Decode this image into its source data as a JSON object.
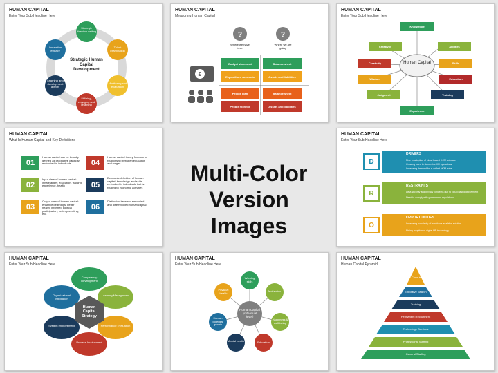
{
  "center": {
    "line1": "Multi-Color",
    "line2": "Version Images"
  },
  "slides": [
    {
      "title": "HUMAN CAPITAL",
      "subtitle": "Enter Your Sub Headline Here",
      "center": "Strategic Human Capital Development",
      "items": [
        "Strategic direction setting",
        "Talent examination",
        "Monitoring and evaluation",
        "Utilizing, engaging and retaining",
        "Learning and development activity",
        "Innovation efficacy"
      ],
      "colors": [
        "#2e9e5b",
        "#e8a31b",
        "#f0c02e",
        "#c0392b",
        "#1b3b5c",
        "#1f6f9e"
      ]
    },
    {
      "title": "HUMAN CAPITAL",
      "subtitle": "Measuring Human Capital",
      "col1": "Where we have been",
      "col2": "Where we are going",
      "rows": [
        [
          "Budget statement",
          "Balance sheet"
        ],
        [
          "Expenditure accounts",
          "Assets and liabilities"
        ],
        [
          "People plan",
          "Balance sheet"
        ],
        [
          "People monitor",
          "Assets and liabilities"
        ]
      ],
      "colors": [
        "#2e9e5b",
        "#f0a21b",
        "#e8611b",
        "#c0392b"
      ]
    },
    {
      "title": "HUMAN CAPITAL",
      "subtitle": "Enter Your Sub Headline Here",
      "center": "Human Capital",
      "items": [
        "Knowledge",
        "Creativity",
        "Abilities",
        "Creativity",
        "Skills",
        "Wisdom",
        "Education",
        "Judgment",
        "Training",
        "Experience"
      ],
      "colors": [
        "#2e9e5b",
        "#8ab33c",
        "#8ab33c",
        "#c0392b",
        "#e8a31b",
        "#e8a31b",
        "#b22a2a",
        "#8ab33c",
        "#1b3b5c",
        "#2e9e5b"
      ]
    },
    {
      "title": "HUMAN CAPITAL",
      "subtitle": "What Is Human Capital and Key Definitions",
      "items": [
        {
          "n": "01",
          "t": "Human capital can be broadly defined as productive capacity embodied in individuals"
        },
        {
          "n": "02",
          "t": "Input view of human capital: innate ability, education, training, experience, health"
        },
        {
          "n": "03",
          "t": "Output view of human capital: enhanced earnings, better health, informed political participation, better parenting, etc."
        },
        {
          "n": "04",
          "t": "Human capital theory focuses on relationship between education and wages"
        },
        {
          "n": "05",
          "t": "Economic definition of human capital: knowledge and skills embodied in individuals that is related to economic activities"
        },
        {
          "n": "06",
          "t": "Distinction between embodied and disembodied human capital"
        }
      ],
      "colors": [
        "#2e9e5b",
        "#8ab33c",
        "#e8a31b",
        "#c0392b",
        "#1b3b5c",
        "#1f6f9e"
      ]
    },
    {
      "title": "HUMAN CAPITAL",
      "subtitle": "Enter Your Sub Headline Here",
      "items": [
        {
          "letter": "D",
          "head": "DRIVERS",
          "lines": [
            "Rise in adoption of cloud based HCM software",
            "Growing need to streamline HR operations",
            "Increasing demand for a unified HCM suite"
          ]
        },
        {
          "letter": "R",
          "head": "RESTRAINTS",
          "lines": [
            "Data security and privacy concerns due to cloud based deployment",
            "Need to comply with government regulations"
          ]
        },
        {
          "letter": "O",
          "head": "OPPORTUNITIES",
          "lines": [
            "Increasing popularity of workforce analytics solution",
            "Rising adoption of digital HR technology"
          ]
        }
      ],
      "colors": [
        "#1f8fb0",
        "#8ab33c",
        "#e8a31b"
      ]
    },
    {
      "title": "HUMAN CAPITAL",
      "subtitle": "Enter Your Sub Headline Here",
      "center": "Human Capital Strategy",
      "items": [
        "Competency Development",
        "Learning Management",
        "Performance Evaluation",
        "Process Involvement",
        "System Improvement",
        "Organizational Integration"
      ],
      "colors": [
        "#2e9e5b",
        "#8ab33c",
        "#e8a31b",
        "#c0392b",
        "#1b3b5c",
        "#1f6f9e"
      ]
    },
    {
      "title": "HUMAN CAPITAL",
      "subtitle": "Enter Your Sub Headline Here",
      "center": "Human Capital (individual level)",
      "items": [
        "Working skills",
        "Motivation",
        "Happiness & well-being",
        "Education",
        "Mental health",
        "Human potential growth",
        "Physical health"
      ],
      "colors": [
        "#2e9e5b",
        "#8ab33c",
        "#8ab33c",
        "#c0392b",
        "#1b3b5c",
        "#1f6f9e",
        "#e8a31b"
      ]
    },
    {
      "title": "HUMAN CAPITAL",
      "subtitle": "Human Capital Pyramid",
      "items": [
        "HR Consulting",
        "Executive Search",
        "Training",
        "Permanent Recruitment",
        "Technology Services",
        "Professional Staffing",
        "General Staffing"
      ],
      "colors": [
        "#e8a31b",
        "#1f6f9e",
        "#1b3b5c",
        "#c0392b",
        "#1f8fb0",
        "#8ab33c",
        "#2e9e5b"
      ]
    }
  ]
}
